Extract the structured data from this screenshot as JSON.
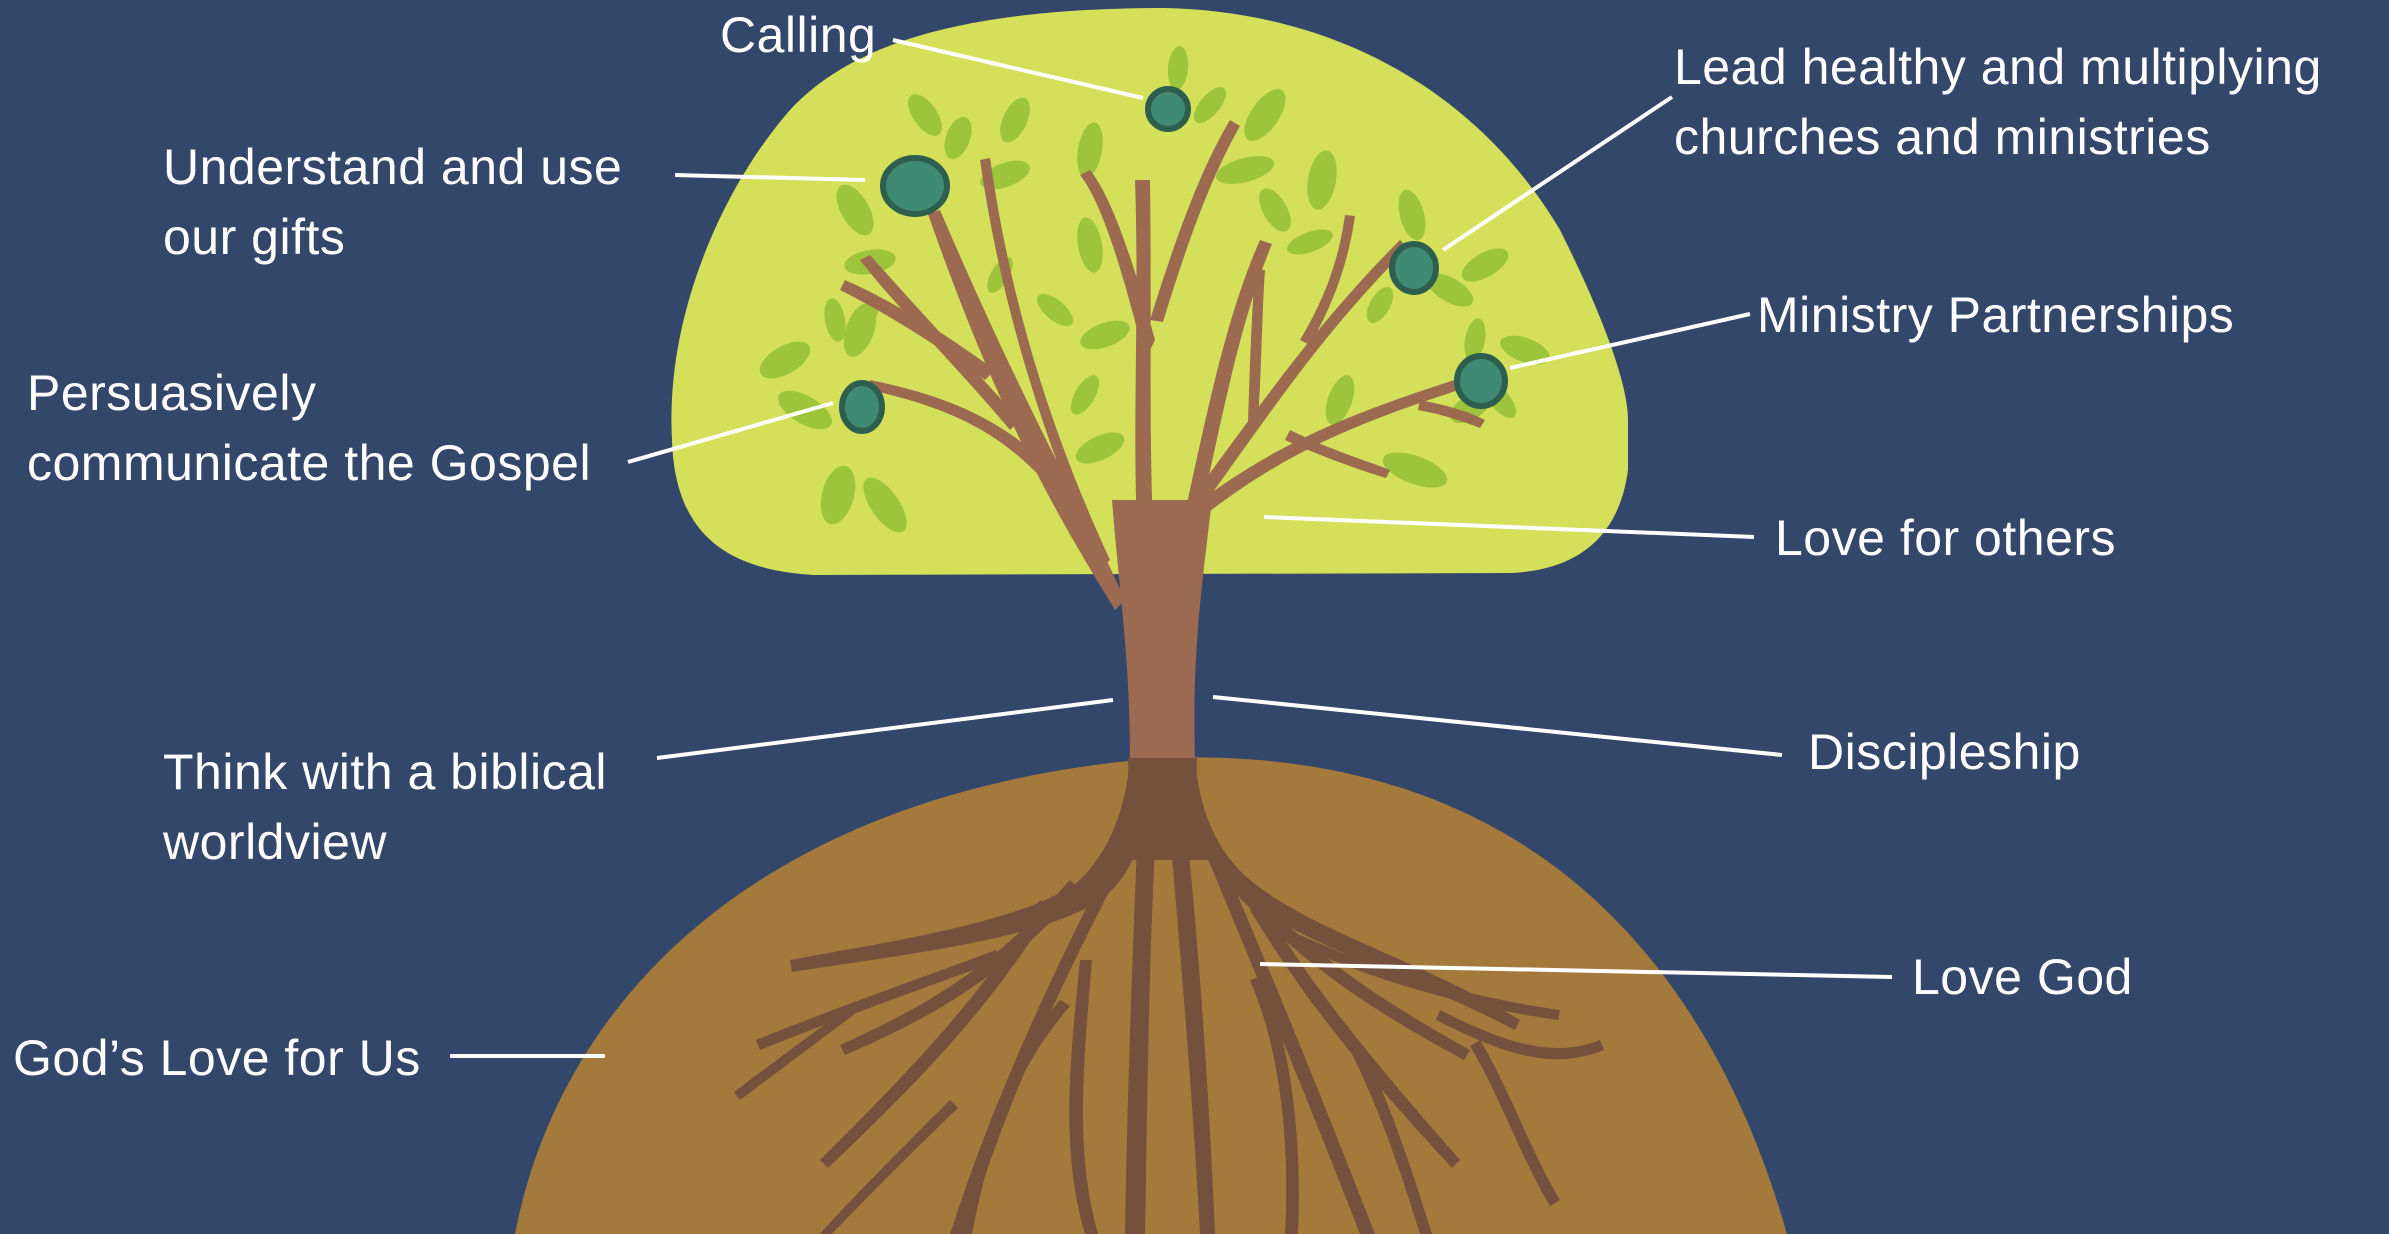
{
  "colors": {
    "background": "#33476a",
    "canopy": "#d4e05a",
    "leaf": "#9cc53c",
    "fruit": "#3f8a72",
    "fruit_outline": "#2e5f4e",
    "trunk": "#9b6a50",
    "root": "#75503c",
    "soil": "#a4793c",
    "leader_line": "#ffffff"
  },
  "labels": {
    "calling": "Calling",
    "lead_1": "Lead healthy and multiplying",
    "lead_2": "churches and ministries",
    "gifts_1": "Understand and use",
    "gifts_2": "our gifts",
    "partnerships": "Ministry Partnerships",
    "gospel_1": "Persuasively",
    "gospel_2": "communicate the Gospel",
    "love_others": "Love for others",
    "worldview_1": "Think with a biblical",
    "worldview_2": "worldview",
    "discipleship": "Discipleship",
    "love_god": "Love God",
    "gods_love": "God’s Love for Us"
  }
}
